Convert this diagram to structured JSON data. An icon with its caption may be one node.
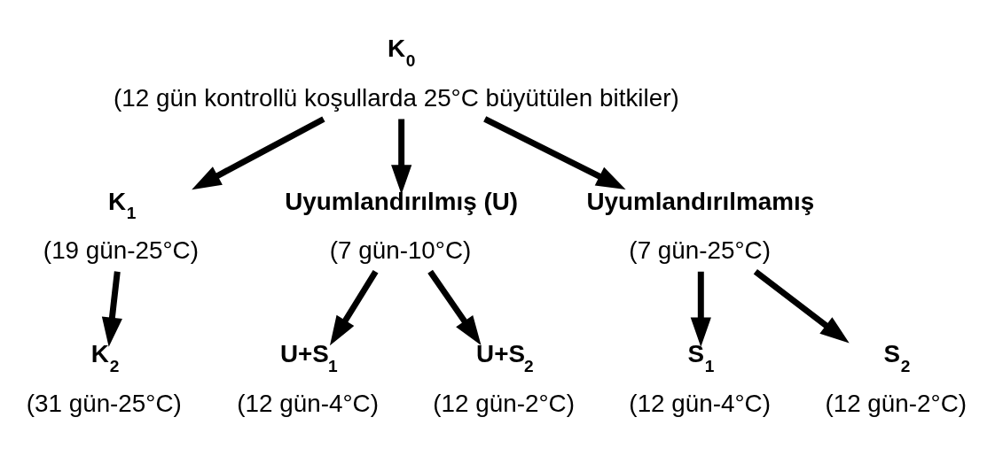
{
  "diagram": {
    "nodes": [
      {
        "text": [
          "K$_{0}$",
          "(12 gün kontrollü koşullarda 25°C büyütülen bitkiler)"
        ]
      },
      {
        "text": [
          "K$_{1}$",
          "(19 gün-25°C)"
        ]
      },
      {
        "text": [
          "Uyumlandırılmış (U)",
          "(7 gün-10°C)"
        ]
      },
      {
        "text": [
          "Uyumlandırılmamış",
          "(7 gün-25°C)"
        ]
      },
      {
        "text": [
          "K$_{2}$",
          "(31 gün-25°C)"
        ]
      },
      {
        "text": [
          "U+S$_{1}$",
          "(12 gün-4°C)"
        ]
      },
      {
        "text": [
          "U+S$_{2}$",
          "(12 gün-2°C)"
        ]
      },
      {
        "text": [
          "S$_{1}$",
          "(12 gün-4°C)"
        ]
      },
      {
        "text": [
          "S$_{2}$",
          "(12 gün-2°C)"
        ]
      }
    ],
    "edges": [
      {
        "from": 0,
        "to": 1,
        "arrow": "to"
      },
      {
        "from": 0,
        "to": 2,
        "arrow": "to"
      },
      {
        "from": 0,
        "to": 3,
        "arrow": "to"
      },
      {
        "from": 1,
        "to": 4,
        "arrow": "to"
      },
      {
        "from": 2,
        "to": 5,
        "arrow": "to"
      },
      {
        "from": 2,
        "to": 6,
        "arrow": "to"
      },
      {
        "from": 3,
        "to": 7,
        "arrow": "to"
      },
      {
        "from": 3,
        "to": 8,
        "arrow": "to"
      }
    ]
  }
}
